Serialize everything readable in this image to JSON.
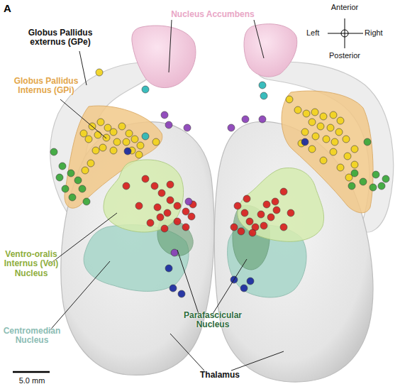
{
  "diagram": {
    "labels": [
      "A",
      "Nucleus Accumbens",
      "Globus Pallidus externus (GPe)",
      "Globus Pallidus Internus (GPi)",
      "Ventro-oralis Internus (Voi) Nucleus",
      "Centromedian Nucleus",
      "Parafascicular Nucleus",
      "Thalamus",
      "5.0 mm",
      "Anterior",
      "Left",
      "Right",
      "Posterior"
    ]
  }
}
